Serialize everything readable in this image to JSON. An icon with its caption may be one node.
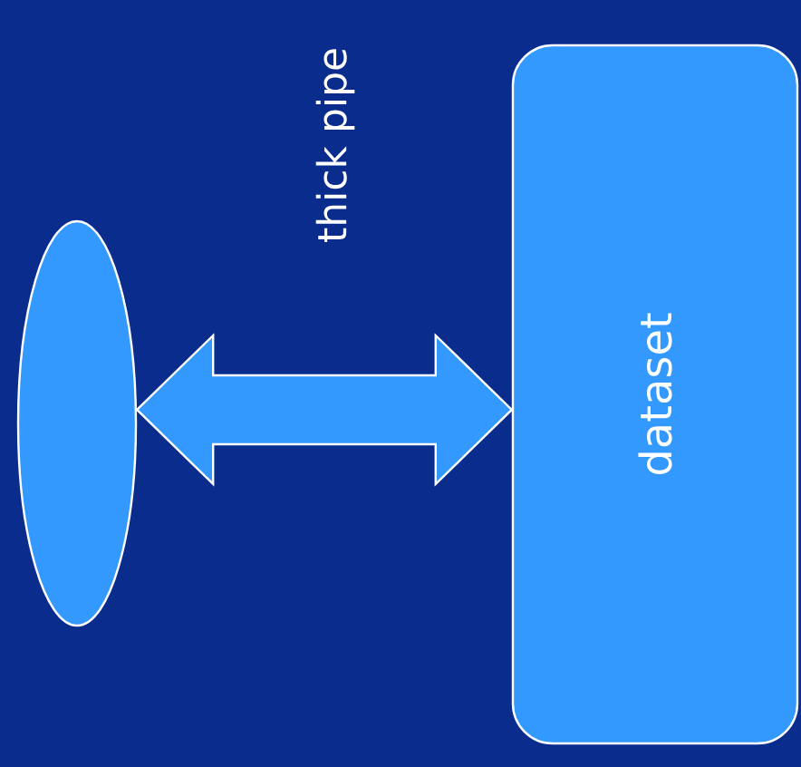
{
  "diagram": {
    "nodes": [
      {
        "text": [],
        "shape": "ellipse"
      },
      {
        "text": [
          "dataset"
        ]
      }
    ],
    "edges": [
      {
        "from": 0,
        "to": 1,
        "arrow": "both",
        "label": "thick pipe",
        "style": "thick"
      }
    ]
  }
}
